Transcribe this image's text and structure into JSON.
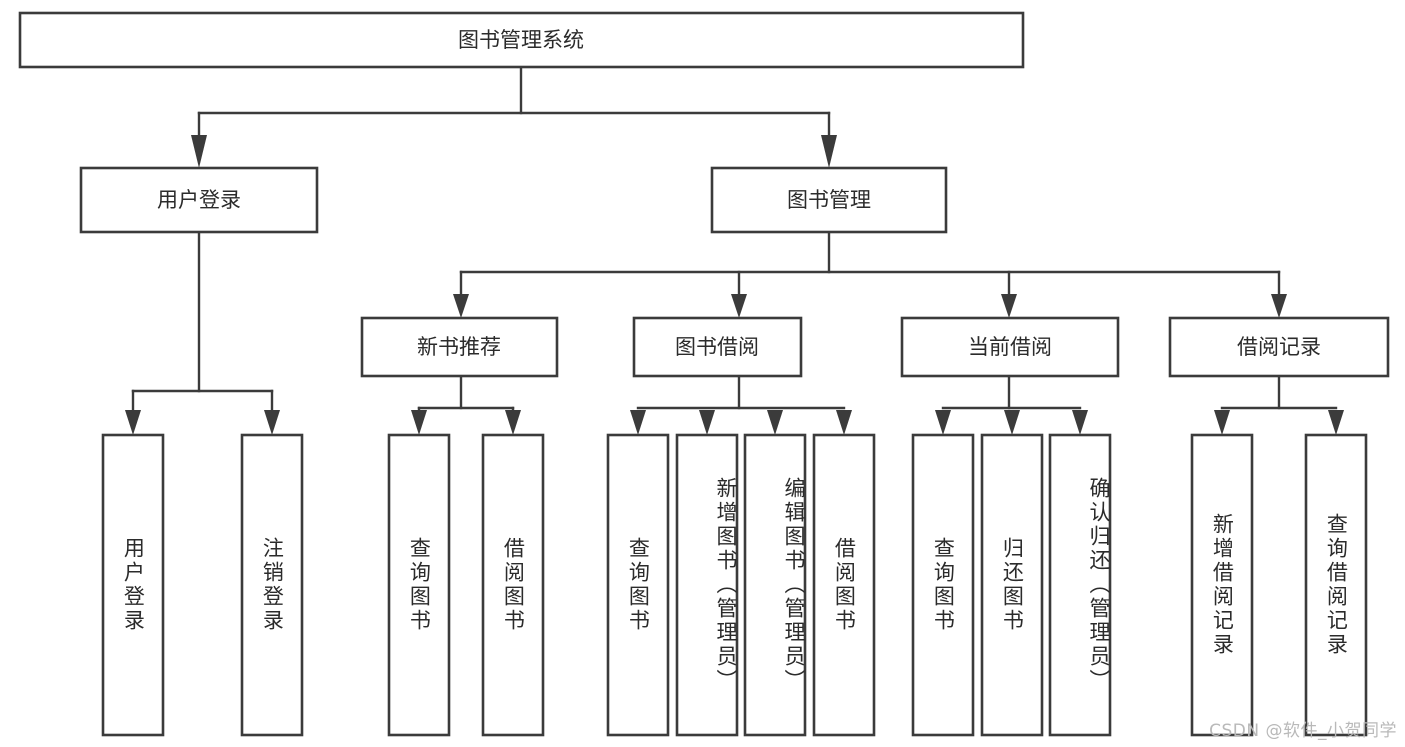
{
  "diagram": {
    "title": "图书管理系统",
    "type": "tree-hierarchy",
    "root": {
      "id": "root",
      "label": "图书管理系统"
    },
    "level1": [
      {
        "id": "user-login",
        "label": "用户登录"
      },
      {
        "id": "book-manage",
        "label": "图书管理"
      }
    ],
    "level2": [
      {
        "id": "new-book-rec",
        "label": "新书推荐",
        "parent": "book-manage"
      },
      {
        "id": "book-borrow",
        "label": "图书借阅",
        "parent": "book-manage"
      },
      {
        "id": "current-borrow",
        "label": "当前借阅",
        "parent": "book-manage"
      },
      {
        "id": "borrow-record",
        "label": "借阅记录",
        "parent": "book-manage"
      }
    ],
    "leaves": {
      "user-login": [
        {
          "id": "leaf-user-login",
          "label": "用户登录"
        },
        {
          "id": "leaf-logout",
          "label": "注销登录"
        }
      ],
      "new-book-rec": [
        {
          "id": "leaf-query-book-1",
          "label": "查询图书"
        },
        {
          "id": "leaf-borrow-book-1",
          "label": "借阅图书"
        }
      ],
      "book-borrow": [
        {
          "id": "leaf-query-book-2",
          "label": "查询图书"
        },
        {
          "id": "leaf-add-book",
          "label": "新增图书（管理员）"
        },
        {
          "id": "leaf-edit-book",
          "label": "编辑图书（管理员）"
        },
        {
          "id": "leaf-borrow-book-2",
          "label": "借阅图书"
        }
      ],
      "current-borrow": [
        {
          "id": "leaf-query-book-3",
          "label": "查询图书"
        },
        {
          "id": "leaf-return-book",
          "label": "归还图书"
        },
        {
          "id": "leaf-confirm-return",
          "label": "确认归还（管理员）"
        }
      ],
      "borrow-record": [
        {
          "id": "leaf-add-record",
          "label": "新增借阅记录"
        },
        {
          "id": "leaf-query-record",
          "label": "查询借阅记录"
        }
      ]
    }
  },
  "watermark": {
    "text": "CSDN @软件_小贺同学"
  },
  "colors": {
    "box_stroke": "#3b3b3b",
    "box_fill": "#ffffff",
    "text": "#2b2b2b",
    "watermark": "#b9b9b9",
    "background": "#ffffff"
  }
}
